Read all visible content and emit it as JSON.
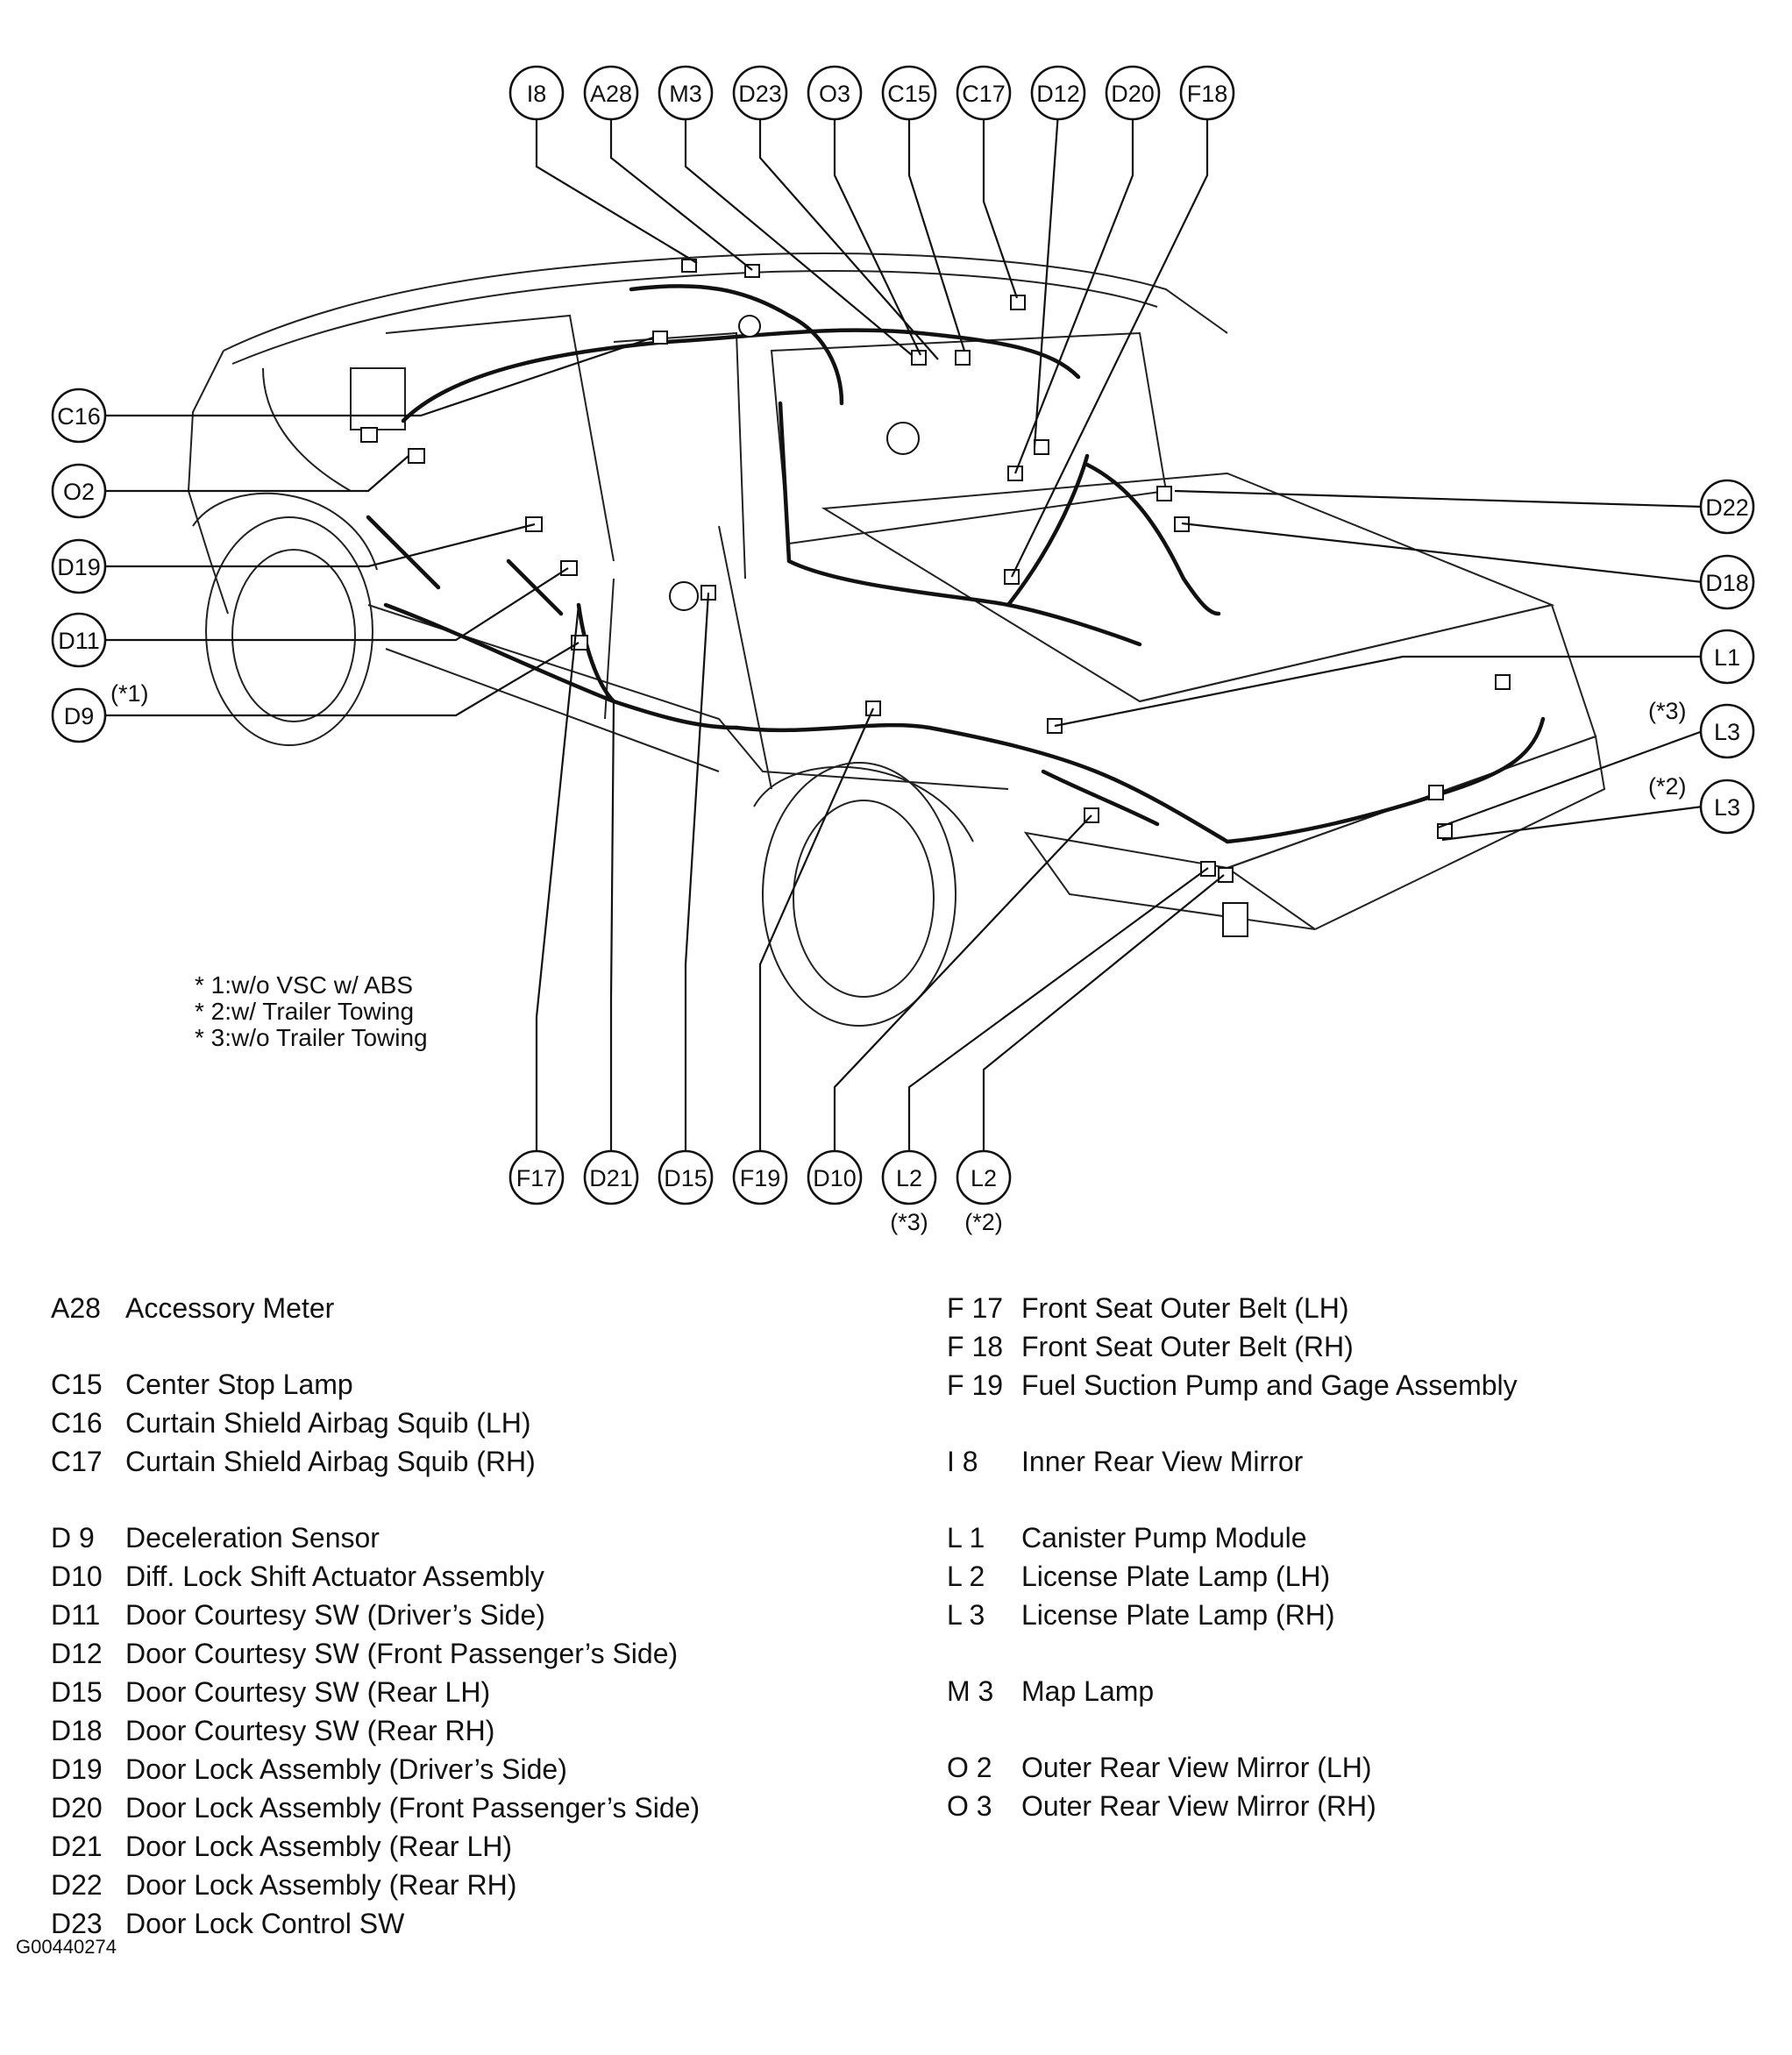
{
  "callouts_top": [
    "I8",
    "A28",
    "M3",
    "D23",
    "O3",
    "C15",
    "C17",
    "D12",
    "D20",
    "F18"
  ],
  "callouts_left": [
    "C16",
    "O2",
    "D19",
    "D11",
    "D9"
  ],
  "callouts_right": [
    "D22",
    "D18",
    "L1",
    "L3",
    "L3"
  ],
  "callouts_bottom": [
    "F17",
    "D21",
    "D15",
    "F19",
    "D10",
    "L2",
    "L2"
  ],
  "callout_notes": {
    "d9": "(*1)",
    "l3_upper": "(*3)",
    "l3_lower": "(*2)",
    "l2_left": "(*3)",
    "l2_right": "(*2)"
  },
  "footnotes": [
    "* 1:w/o VSC w/ ABS",
    "* 2:w/ Trailer Towing",
    "* 3:w/o Trailer Towing"
  ],
  "legend_left": [
    {
      "code": "A28",
      "desc": "Accessory Meter"
    },
    {
      "code": "C15",
      "desc": "Center Stop Lamp"
    },
    {
      "code": "C16",
      "desc": "Curtain Shield Airbag Squib (LH)"
    },
    {
      "code": "C17",
      "desc": "Curtain Shield Airbag Squib (RH)"
    },
    {
      "code": "D 9",
      "desc": "Deceleration Sensor"
    },
    {
      "code": "D10",
      "desc": "Diff. Lock Shift Actuator Assembly"
    },
    {
      "code": "D11",
      "desc": "Door Courtesy SW (Driver’s Side)"
    },
    {
      "code": "D12",
      "desc": "Door Courtesy SW (Front Passenger’s Side)"
    },
    {
      "code": "D15",
      "desc": "Door Courtesy SW (Rear LH)"
    },
    {
      "code": "D18",
      "desc": "Door Courtesy SW (Rear RH)"
    },
    {
      "code": "D19",
      "desc": "Door Lock Assembly (Driver’s Side)"
    },
    {
      "code": "D20",
      "desc": "Door Lock Assembly (Front Passenger’s Side)"
    },
    {
      "code": "D21",
      "desc": "Door Lock Assembly (Rear LH)"
    },
    {
      "code": "D22",
      "desc": "Door Lock Assembly (Rear RH)"
    },
    {
      "code": "D23",
      "desc": "Door Lock Control SW"
    }
  ],
  "legend_right": [
    {
      "code": "F 17",
      "desc": "Front Seat Outer Belt (LH)"
    },
    {
      "code": "F 18",
      "desc": "Front Seat Outer Belt (RH)"
    },
    {
      "code": "F 19",
      "desc": "Fuel Suction Pump and Gage Assembly"
    },
    {
      "code": "I   8",
      "desc": "Inner Rear View Mirror"
    },
    {
      "code": "L   1",
      "desc": "Canister Pump Module"
    },
    {
      "code": "L   2",
      "desc": "License Plate Lamp (LH)"
    },
    {
      "code": "L   3",
      "desc": "License Plate Lamp (RH)"
    },
    {
      "code": "M  3",
      "desc": "Map Lamp"
    },
    {
      "code": "O  2",
      "desc": "Outer Rear View Mirror (LH)"
    },
    {
      "code": "O  3",
      "desc": "Outer Rear View Mirror (RH)"
    }
  ],
  "figure_code": "G00440274"
}
